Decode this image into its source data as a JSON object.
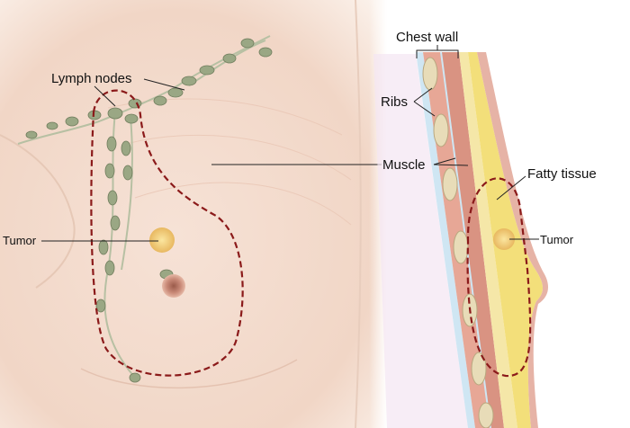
{
  "left_view": {
    "labels": {
      "lymph_nodes": "Lymph nodes",
      "tumor": "Tumor"
    }
  },
  "cross_section": {
    "labels": {
      "chest_wall": "Chest wall",
      "ribs": "Ribs",
      "muscle": "Muscle",
      "fatty_tissue": "Fatty tissue",
      "tumor": "Tumor"
    }
  },
  "colors": {
    "skin": "#f3dccf",
    "outline": "#8b1a1a",
    "lymph_node": "#9aa784",
    "fat": "#f3df7a",
    "muscle": "#d99382"
  }
}
